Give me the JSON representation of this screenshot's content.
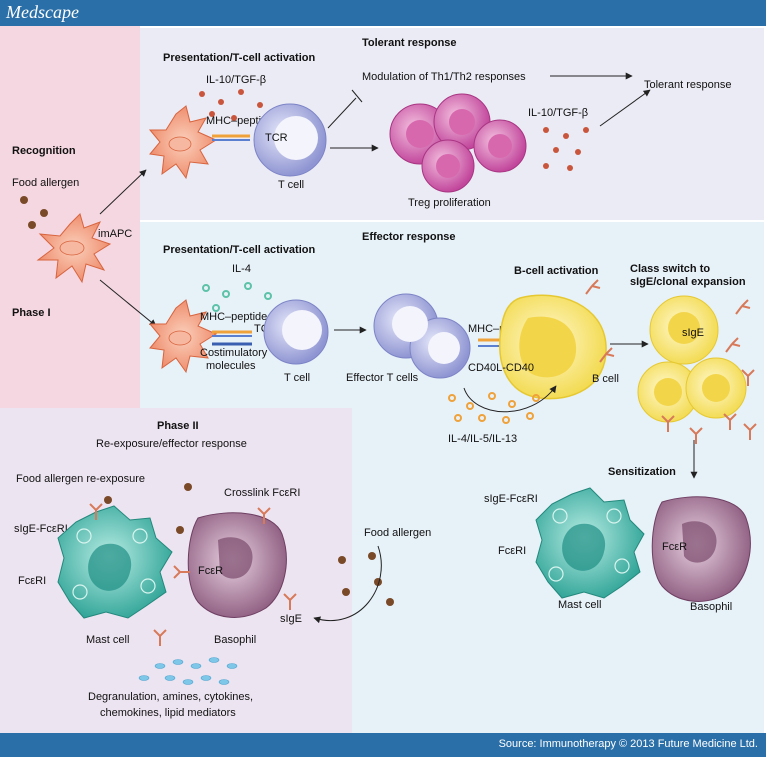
{
  "brand": "Medscape",
  "source": "Source: Immunotherapy © 2013 Future Medicine Ltd.",
  "colors": {
    "header_bar": "#2b6fa8",
    "phase1_panel": "#f2d3dd",
    "tolerant_panel": "#eaeaf4",
    "effector_panel": "#e6f0f8",
    "phase2_panel": "#ece4f0",
    "apc": "#f08c6a",
    "t_cell": "#b8bde8",
    "treg": "#c2479c",
    "b_cell": "#f5e36c",
    "mast_cell": "#3ab7a9",
    "basophil": "#8c5a7e",
    "cytokine_red": "#c9563c",
    "cytokine_teal": "#5cc2a8",
    "cytokine_orange": "#f0a23a",
    "allergen_brown": "#7a4a28",
    "mediator_blue": "#7fc7e8"
  },
  "labels": {
    "recognition": "Recognition",
    "food_allergen": "Food allergen",
    "imapc": "imAPC",
    "phase1": "Phase I",
    "tolerant_title": "Tolerant response",
    "presentation_1": "Presentation/T-cell activation",
    "il10_tgf_1": "IL-10/TGF-β",
    "mhc_peptide_1": "MHC–peptide",
    "tcr_1": "TCR",
    "tcell_1": "T cell",
    "modulation": "Modulation of Th1/Th2 responses",
    "tolerant_response": "Tolerant response",
    "il10_tgf_2": "IL-10/TGF-β",
    "treg_proliferation": "Treg proliferation",
    "effector_title": "Effector response",
    "presentation_2": "Presentation/T-cell activation",
    "il4": "IL-4",
    "mhc_peptide_2": "MHC–peptide",
    "tcr_2": "TCR",
    "costim_1": "Costimulatory",
    "costim_2": "molecules",
    "tcell_2": "T cell",
    "effector_tcells": "Effector T cells",
    "bcell_activation": "B-cell activation",
    "mhc_peptide_3": "MHC–peptide",
    "cd40": "CD40L-CD40",
    "bcell": "B cell",
    "class_switch_1": "Class switch to",
    "class_switch_2": "sIgE/clonal expansion",
    "sige_1": "sIgE",
    "il4513": "IL-4/IL-5/IL-13",
    "sensitization": "Sensitization",
    "sige_fceri_r": "sIgE-FcεRI",
    "fceri_r": "FcεRI",
    "fcer_r": "FcεR",
    "mastcell_r": "Mast cell",
    "basophil_r": "Basophil",
    "phase2": "Phase II",
    "reexposure_effector": "Re-exposure/effector response",
    "food_allergen_reexposure": "Food allergen re-exposure",
    "crosslink": "Crosslink FcεRI",
    "sige_fceri_l": "sIgE-FcεRI",
    "fceri_l": "FcεRI",
    "fcer_l": "FcεR",
    "sige_2": "sIgE",
    "mastcell_l": "Mast cell",
    "basophil_l": "Basophil",
    "food_allergen_2": "Food allergen",
    "degranulation_1": "Degranulation, amines, cytokines,",
    "degranulation_2": "chemokines, lipid mediators"
  }
}
